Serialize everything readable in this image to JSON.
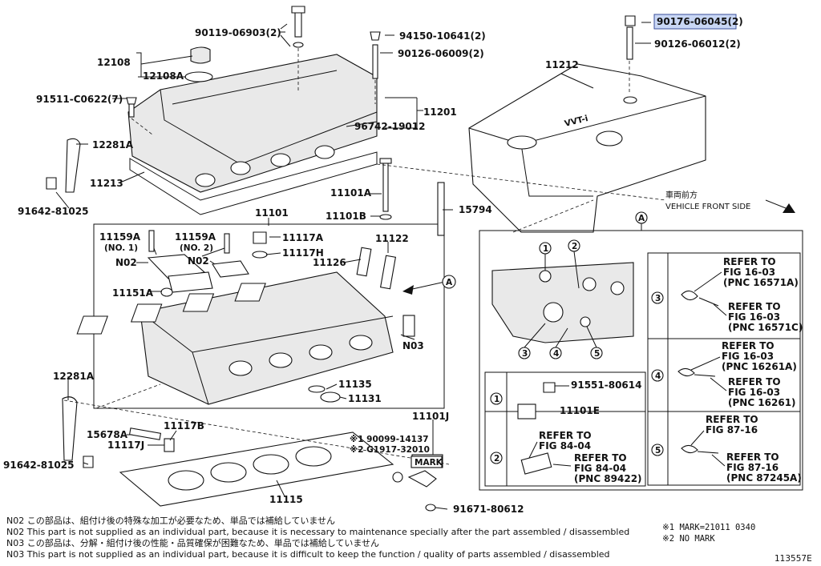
{
  "labels": {
    "p90119": "90119-06903(2)",
    "p94150": "94150-10641(2)",
    "p90126a": "90126-06009(2)",
    "p90176": "90176-06045(2)",
    "p90126b": "90126-06012(2)",
    "p12108": "12108",
    "p12108A": "12108A",
    "p91511": "91511-C0622(7)",
    "p11201": "11201",
    "p96742": "96742-19012",
    "p11212": "11212",
    "p12281A_top": "12281A",
    "p11213": "11213",
    "p91642_top": "91642-81025",
    "p11101A": "11101A",
    "p11101B": "11101B",
    "p15794": "15794",
    "p11101": "11101",
    "p11159A_1": "11159A",
    "no1": "(NO. 1)",
    "p11159A_2": "11159A",
    "no2": "(NO. 2)",
    "p11117A": "11117A",
    "p11117H": "11117H",
    "p11122": "11122",
    "n02_a": "N02",
    "n02_b": "N02",
    "p11126": "11126",
    "p11151A": "11151A",
    "n03": "N03",
    "p12281A_bot": "12281A",
    "p11135": "11135",
    "p11131": "11131",
    "p11101J": "11101J",
    "p15678A": "15678A",
    "p11117B": "11117B",
    "p11117J": "11117J",
    "ref1": "※1 90099-14137",
    "ref2": "※2 G1917-32010",
    "mark": "MARK",
    "p91642_bot": "91642-81025",
    "p11115": "11115",
    "p91671": "91671-80612",
    "front_jp": "車両前方",
    "front_en": "VEHICLE FRONT SIDE",
    "view_a": "A",
    "view_a2": "A",
    "c1": "1",
    "c2": "2",
    "c3": "3",
    "c4": "4",
    "c5": "5",
    "p91551": "91551-80614",
    "p11101E": "11101E",
    "refer_to": "REFER TO",
    "fig_84_04": "FIG 84-04",
    "pnc_89422": "(PNC 89422)",
    "fig_16_03": "FIG 16-03",
    "pnc_16571A": "(PNC 16571A)",
    "pnc_16571C": "(PNC 16571C)",
    "pnc_16261A": "(PNC 16261A)",
    "pnc_16261": "(PNC 16261)",
    "fig_87_16": "FIG 87-16",
    "pnc_87245A": "(PNC 87245A)",
    "logo": "VVT-i"
  },
  "notes": [
    "N02  この部品は、組付け後の特殊な加工が必要なため、単品では補給していません",
    "N02  This part is not supplied as an individual part, because it is necessary to maintenance specially after the part assembled / disassembled",
    "N03  この部品は、分解・組付け後の性能・品質確保が困難なため、単品では補給していません",
    "N03  This part is not supplied as an individual part, because it is difficult to keep the function / quality of parts  assembled / disassembled"
  ],
  "marks": [
    "※1 MARK=21011 0340",
    "※2 NO MARK"
  ],
  "figure_id": "113557E",
  "colors": {
    "highlight": "#c9d7f5"
  }
}
